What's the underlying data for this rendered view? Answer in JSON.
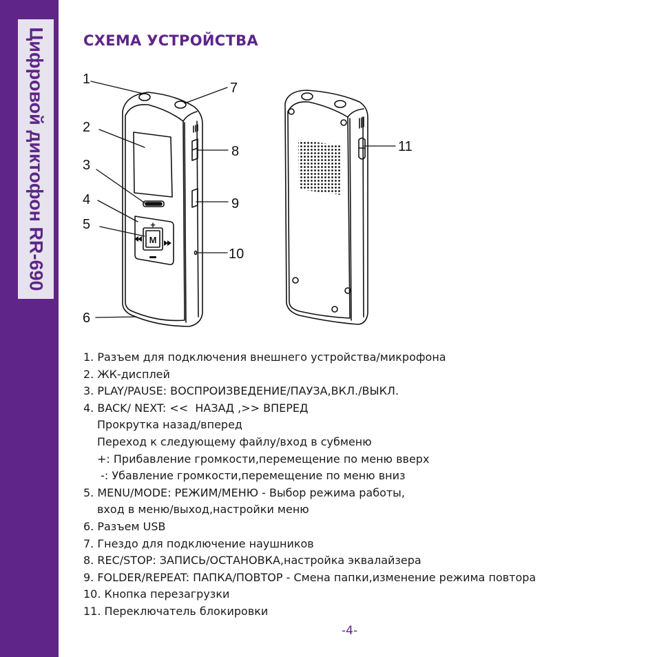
{
  "sidebar": {
    "title": "Цифровой диктофон RR-690",
    "color": "#5f2589",
    "box_color": "#e6e3ec"
  },
  "heading": "СХЕМА УСТРОЙСТВА",
  "diagram": {
    "callouts": [
      "1",
      "2",
      "3",
      "4",
      "5",
      "6",
      "7",
      "8",
      "9",
      "10",
      "11"
    ],
    "front_key_label": "M"
  },
  "list": [
    {
      "text": "1. Разъем для подключения внешнего устройства/микрофона",
      "indent": false
    },
    {
      "text": "2. ЖК-дисплей",
      "indent": false
    },
    {
      "text": "3. PLAY/PAUSE: ВОСПРОИЗВЕДЕНИЕ/ПАУЗА,ВКЛ./ВЫКЛ.",
      "indent": false
    },
    {
      "text": "4. BACK/ NEXT: <<  НАЗАД ,>> ВПЕРЕД",
      "indent": false
    },
    {
      "text": "Прокрутка назад/вперед",
      "indent": true
    },
    {
      "text": "Переход к следующему файлу/вход в субменю",
      "indent": true
    },
    {
      "text": "+: Прибавление громкости,перемещение по меню вверх",
      "indent": true
    },
    {
      "text": " -: Убавление громкости,перемещение по меню вниз",
      "indent": true
    },
    {
      "text": "5. MENU/MODE: РЕЖИМ/МЕНЮ - Выбор режима работы,",
      "indent": false
    },
    {
      "text": "вход в меню/выход,настройки меню",
      "indent": true
    },
    {
      "text": "6. Разъем USB",
      "indent": false
    },
    {
      "text": "7. Гнездо для подключение наушников",
      "indent": false
    },
    {
      "text": "8. REC/STOP: ЗАПИСЬ/ОСТАНОВКА,настройка эквалайзера",
      "indent": false
    },
    {
      "text": "9. FOLDER/REPEAT: ПАПКА/ПОВТОР - Смена папки,изменение режима повтора",
      "indent": false
    },
    {
      "text": "10. Кнопка перезагрузки",
      "indent": false
    },
    {
      "text": "11. Переключатель блокировки",
      "indent": false
    }
  ],
  "page_number": "-4-"
}
